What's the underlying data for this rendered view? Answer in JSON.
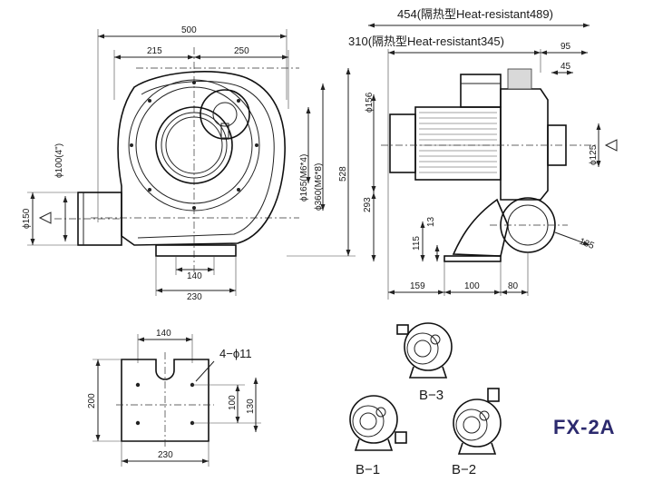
{
  "model": "FX-2A",
  "front_view": {
    "width_total": "500",
    "width_left": "215",
    "width_right": "250",
    "height_total": "528",
    "height_axis": "293",
    "outlet_dia": "ϕ150",
    "inlet_dia": "ϕ100(4\")",
    "bolt_circle_small": "ϕ165(M6*4)",
    "bolt_circle_large": "ϕ360(M6*8)",
    "base_inner": "140",
    "base_outer": "230"
  },
  "side_view": {
    "length_heat_resistant": "454(隔热型Heat-resistant489)",
    "length_standard": "310(隔热型Heat-resistant345)",
    "top_right": "95",
    "top_small": "45",
    "motor_dia": "ϕ156",
    "inlet_dia": "ϕ125",
    "height": "293",
    "base_h1": "115",
    "base_h2": "13",
    "radius": "135",
    "bottom_left": "159",
    "bottom_mid": "100",
    "bottom_right": "80"
  },
  "base_plate": {
    "hole_spec": "4−ϕ11",
    "top_width": "140",
    "bottom_width": "230",
    "height": "200",
    "inner_h1": "100",
    "inner_h2": "130"
  },
  "views": {
    "b1": "B−1",
    "b2": "B−2",
    "b3": "B−3"
  }
}
